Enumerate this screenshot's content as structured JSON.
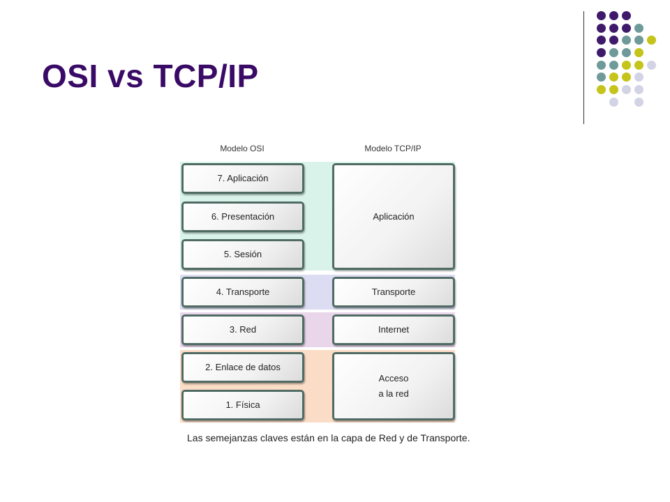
{
  "slide": {
    "title": "OSI vs TCP/IP",
    "caption": "Las semejanzas claves están en la capa de Red y de Transporte."
  },
  "colors": {
    "title": "#3a0b66",
    "dot_purple": "#3f1a6b",
    "dot_teal": "#6f9a9a",
    "dot_yellow": "#c4c41a",
    "dot_lavender": "#d3d3e6",
    "band_app": "#d9f3ea",
    "band_transport": "#dcdcf3",
    "band_internet": "#e9d6ea",
    "band_access": "#fbdcc6",
    "layer_border": "#4f6b64"
  },
  "diagram": {
    "osi_header": "Modelo OSI",
    "tcpip_header": "Modelo TCP/IP",
    "osi_layers": [
      "7. Aplicación",
      "6. Presentación",
      "5. Sesión",
      "4. Transporte",
      "3. Red",
      "2. Enlace de datos",
      "1. Física"
    ],
    "tcpip_layers": [
      "Aplicación",
      "Transporte",
      "Internet",
      "Acceso\na la red"
    ]
  }
}
